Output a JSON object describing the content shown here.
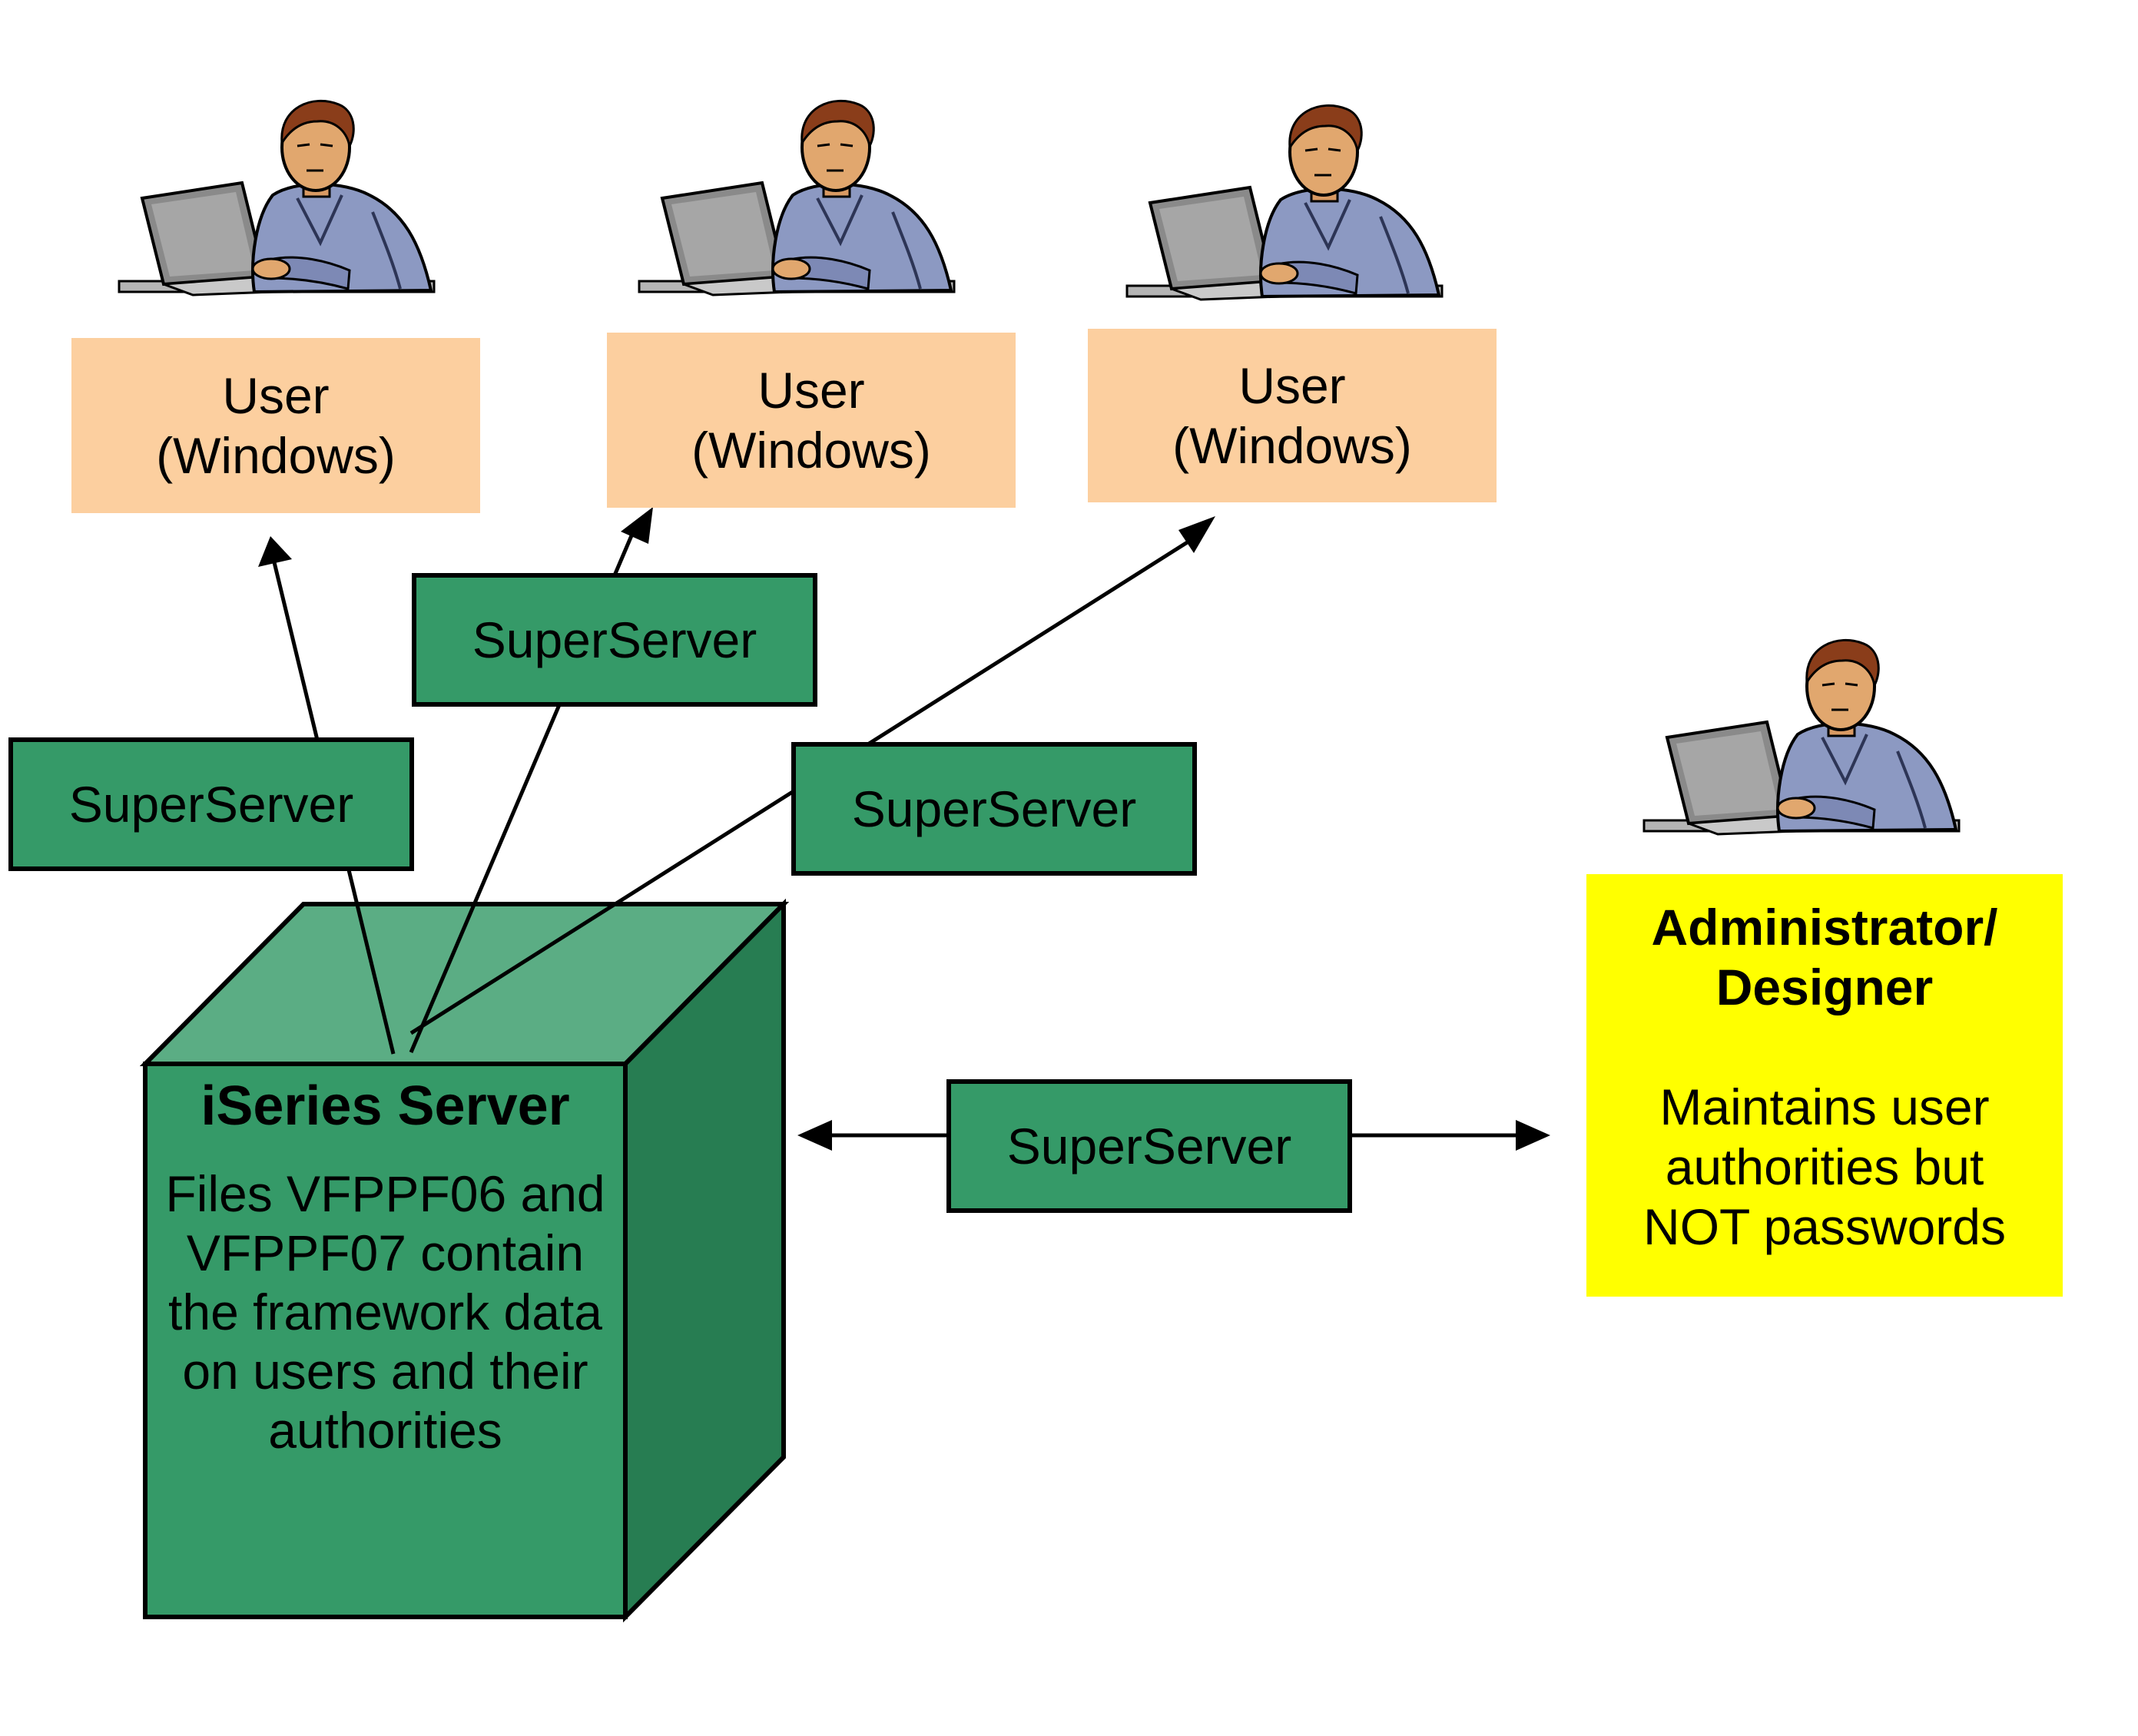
{
  "users": [
    {
      "line1": "User",
      "line2": "(Windows)"
    },
    {
      "line1": "User",
      "line2": "(Windows)"
    },
    {
      "line1": "User",
      "line2": "(Windows)"
    }
  ],
  "superservers": [
    {
      "label": "SuperServer"
    },
    {
      "label": "SuperServer"
    },
    {
      "label": "SuperServer"
    },
    {
      "label": "SuperServer"
    }
  ],
  "server": {
    "title": "iSeries Server",
    "desc_lines": [
      "Files VFPPF06 and",
      "VFPPF07 contain",
      "the framework data",
      "on users and their",
      "authorities"
    ]
  },
  "admin": {
    "title_lines": [
      "Administrator/",
      "Designer"
    ],
    "desc_lines": [
      "Maintains user",
      "authorities but",
      "NOT passwords"
    ]
  },
  "people": [
    {
      "icon": "person-at-laptop-icon"
    },
    {
      "icon": "person-at-laptop-icon"
    },
    {
      "icon": "person-at-laptop-icon"
    },
    {
      "icon": "person-at-laptop-icon"
    }
  ],
  "colors": {
    "user_box": "#fccf9f",
    "superserver_box": "#359a68",
    "server_front": "#359a68",
    "server_top": "#5bad84",
    "server_side": "#277d52",
    "admin_box": "#ffff00"
  }
}
